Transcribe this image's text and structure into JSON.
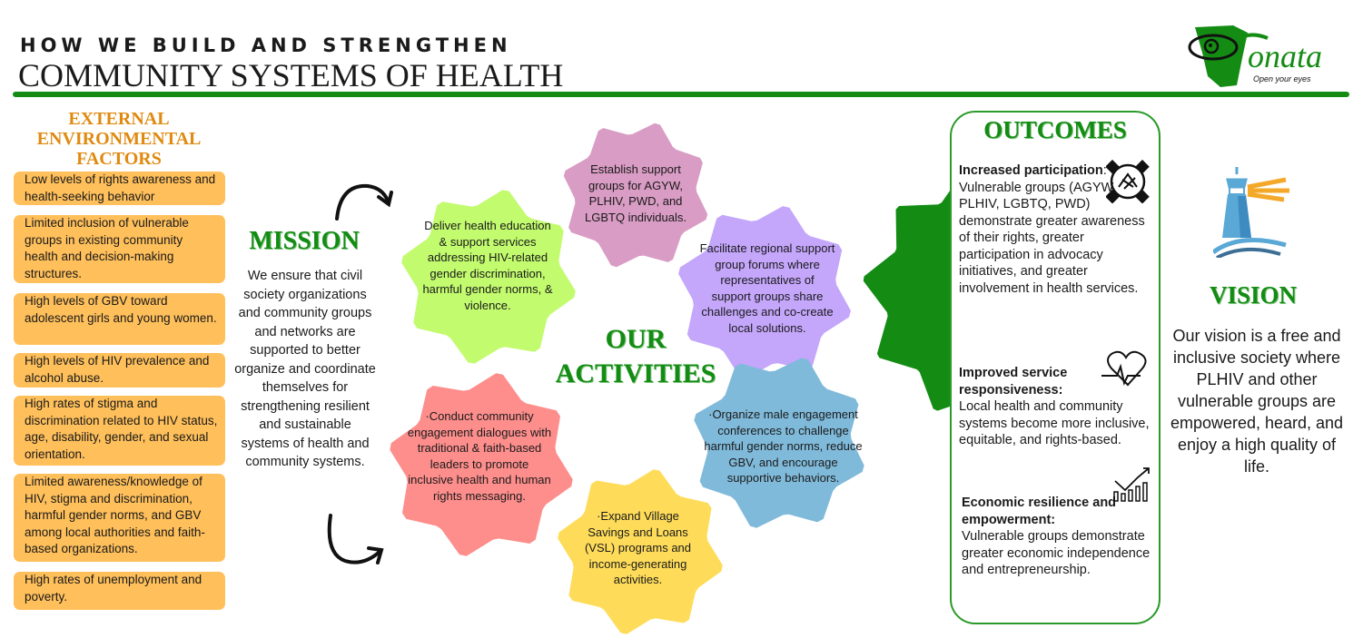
{
  "header": {
    "kicker": "HOW WE BUILD AND STRENGTHEN",
    "title": "COMMUNITY SYSTEMS OF HEALTH",
    "logo": {
      "brand": "Tonata",
      "tagline": "Open your eyes"
    }
  },
  "external_factors": {
    "title": "EXTERNAL ENVIRONMENTAL FACTORS",
    "items": [
      "Low levels of rights awareness and health-seeking behavior",
      "Limited inclusion of vulnerable groups in existing community health and decision-making structures.",
      "High levels of GBV toward adolescent girls and young women.",
      "High levels of HIV prevalence and alcohol abuse.",
      "High rates of stigma and discrimination related to HIV status, age, disability, gender, and sexual orientation.",
      "Limited awareness/knowledge of HIV, stigma and discrimination, harmful gender norms, and GBV among local authorities and faith-based organizations.",
      "High rates of unemployment and poverty."
    ]
  },
  "mission": {
    "title": "MISSION",
    "text": "We ensure that civil society organizations and community groups and networks are supported to better organize and coordinate themselves for strengthening resilient and sustainable systems of health and community systems."
  },
  "activities": {
    "title_line1": "OUR",
    "title_line2": "ACTIVITIES",
    "items": [
      {
        "text": "Establish support groups for AGYW, PLHIV, PWD, and LGBTQ individuals.",
        "color": "#d99cc4"
      },
      {
        "text": "Deliver health education & support services addressing HIV-related gender discrimination, harmful gender norms, & violence.",
        "color": "#c2fb6e"
      },
      {
        "text": "Facilitate regional support group forums where representatives of support groups share challenges and co-create local solutions.",
        "color": "#c4a6fb"
      },
      {
        "text": "·Conduct community engagement dialogues with traditional & faith-based leaders to promote inclusive health and human rights messaging.",
        "color": "#fd8e8c"
      },
      {
        "text": "·Organize male engagement conferences to challenge harmful gender norms, reduce GBV, and encourage supportive behaviors.",
        "color": "#80bada"
      },
      {
        "text": "·Expand Village Savings and Loans (VSL) programs and income-generating activities.",
        "color": "#fedc5a"
      }
    ],
    "big_gear_color": "#148c14"
  },
  "outcomes": {
    "title": "OUTCOMES",
    "items": [
      {
        "heading": "Increased participation",
        "sep": ":",
        "text": "Vulnerable groups (AGYW, PLHIV, LGBTQ, PWD) demonstrate greater awareness of their rights, greater participation in advocacy initiatives, and greater involvement in health services.",
        "icon": "handshake-icon"
      },
      {
        "heading": "Improved service responsiveness:",
        "sep": "",
        "text": "Local health and community systems become more inclusive, equitable, and rights-based.",
        "icon": "heartbeat-icon"
      },
      {
        "heading": "Economic resilience and empowerment:",
        "sep": "",
        "text": "Vulnerable groups demonstrate greater economic independence and entrepreneurship.",
        "icon": "growth-chart-icon"
      }
    ]
  },
  "vision": {
    "title": "VISION",
    "text": "Our vision is a free and inclusive society where PLHIV and other vulnerable groups are empowered, heard, and enjoy a high quality of life."
  },
  "colors": {
    "green": "#148c14",
    "orange_box": "#ffbf5a",
    "orange_title": "#e08a10"
  }
}
